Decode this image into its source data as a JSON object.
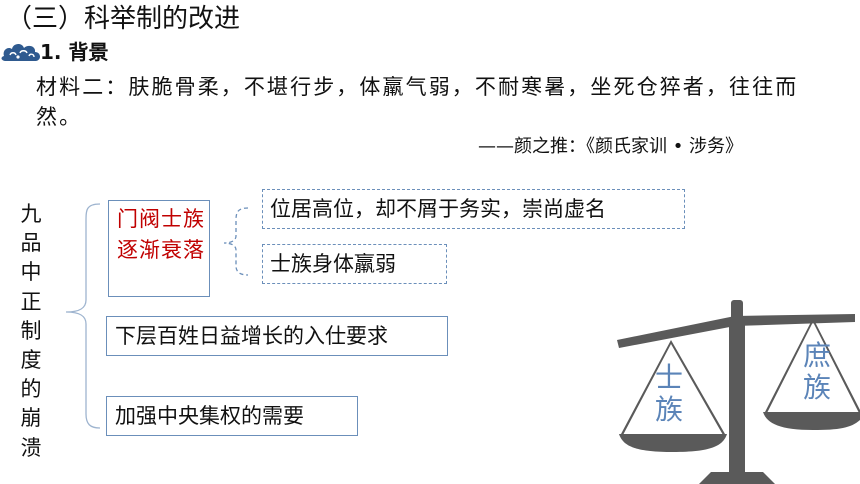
{
  "header": {
    "section_title": "（三）科举制的改进",
    "sub_heading": "1. 背景"
  },
  "material": {
    "text": "材料二：肤脆骨柔，不堪行步，体羸气弱，不耐寒暑，坐死仓猝者，往往而然。",
    "source": "——颜之推：《颜氏家训 • 涉务》"
  },
  "diagram": {
    "root_label_chars": [
      "九",
      "品",
      "中",
      "正",
      "制",
      "度",
      "的",
      "崩",
      "溃"
    ],
    "gentry_decline": "门阀士族逐渐衰落",
    "gentry_reasons": [
      "位居高位，却不屑于务实，崇尚虚名",
      "士族身体羸弱"
    ],
    "factors": [
      "下层百姓日益增长的入仕要求",
      "加强中央集权的需要"
    ]
  },
  "scale_image": {
    "left_label": "士族",
    "right_label": "庶族"
  },
  "colors": {
    "accent_red": "#c00000",
    "box_border": "#6b8fba",
    "scale_gray": "#5a5a5a",
    "scale_label_blue": "#5b84b8"
  }
}
